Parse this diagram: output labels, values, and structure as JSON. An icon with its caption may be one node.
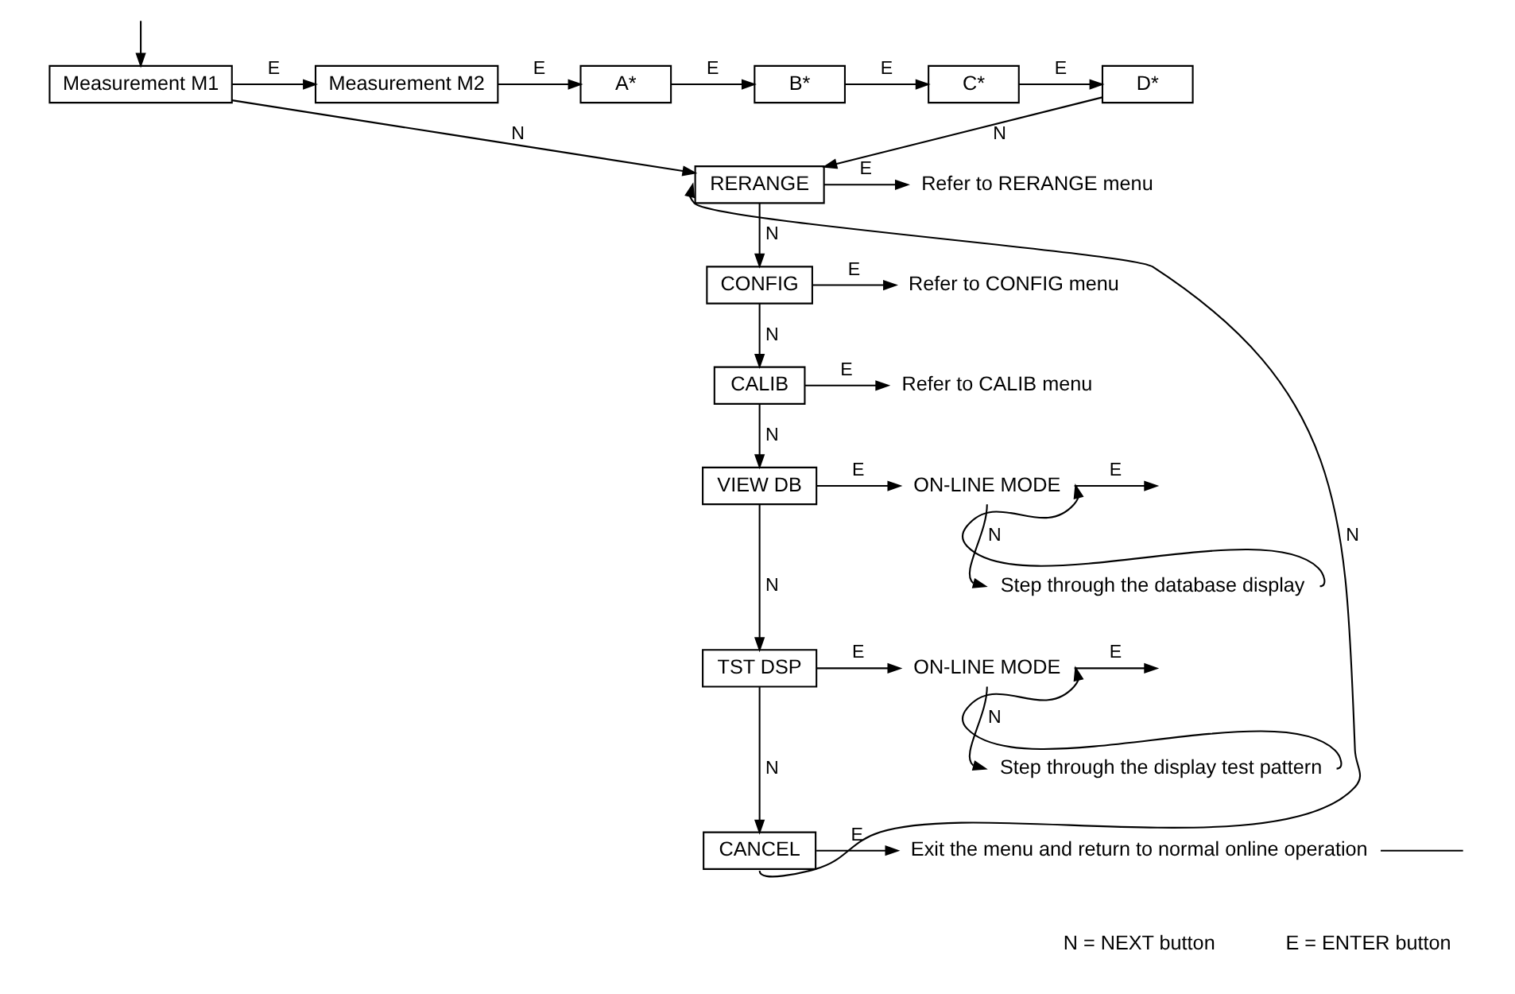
{
  "diagram": {
    "nodes": [
      {
        "text": [
          "Measurement M1"
        ]
      },
      {
        "text": [
          "Measurement M2"
        ]
      },
      {
        "text": [
          "A*"
        ]
      },
      {
        "text": [
          "B*"
        ]
      },
      {
        "text": [
          "C*"
        ]
      },
      {
        "text": [
          "D*"
        ]
      },
      {
        "text": [
          "RERANGE"
        ]
      },
      {
        "text": [
          "Refer to RERANGE menu"
        ]
      },
      {
        "text": [
          "CONFIG"
        ]
      },
      {
        "text": [
          "Refer to CONFIG menu"
        ]
      },
      {
        "text": [
          "CALIB"
        ]
      },
      {
        "text": [
          "Refer to CALIB menu"
        ]
      },
      {
        "text": [
          "VIEW DB"
        ]
      },
      {
        "text": [
          "ON-LINE MODE"
        ]
      },
      {
        "text": [
          "Step through the database display"
        ]
      },
      {
        "text": [
          "TST DSP"
        ]
      },
      {
        "text": [
          "ON-LINE MODE"
        ]
      },
      {
        "text": [
          "Step through the display test pattern"
        ]
      },
      {
        "text": [
          "CANCEL"
        ]
      },
      {
        "text": [
          "Exit the menu and return to normal online operation"
        ]
      }
    ],
    "edges": [
      {
        "from": null,
        "to": 0,
        "arrow": "to"
      },
      {
        "from": 0,
        "to": 1,
        "arrow": "to",
        "label": "E"
      },
      {
        "from": 1,
        "to": 2,
        "arrow": "to",
        "label": "E"
      },
      {
        "from": 2,
        "to": 3,
        "arrow": "to",
        "label": "E"
      },
      {
        "from": 3,
        "to": 4,
        "arrow": "to",
        "label": "E"
      },
      {
        "from": 4,
        "to": 5,
        "arrow": "to",
        "label": "E"
      },
      {
        "from": 0,
        "to": 6,
        "arrow": "to",
        "label": "N"
      },
      {
        "from": 5,
        "to": 6,
        "arrow": "to",
        "label": "N"
      },
      {
        "from": 6,
        "to": 7,
        "arrow": "to",
        "label": "E"
      },
      {
        "from": 6,
        "to": 8,
        "arrow": "to",
        "label": "N"
      },
      {
        "from": 8,
        "to": 9,
        "arrow": "to",
        "label": "E"
      },
      {
        "from": 8,
        "to": 10,
        "arrow": "to",
        "label": "N"
      },
      {
        "from": 10,
        "to": 11,
        "arrow": "to",
        "label": "E"
      },
      {
        "from": 10,
        "to": 12,
        "arrow": "to",
        "label": "N"
      },
      {
        "from": 12,
        "to": 13,
        "arrow": "to",
        "label": "E"
      },
      {
        "from": 12,
        "to": 15,
        "arrow": "to",
        "label": "N"
      },
      {
        "from": 13,
        "to": 14,
        "arrow": "to",
        "label": "N"
      },
      {
        "from": 14,
        "to": 13,
        "arrow": "to"
      },
      {
        "from": 13,
        "to": null,
        "arrow": "to",
        "label": "E"
      },
      {
        "from": 15,
        "to": 16,
        "arrow": "to",
        "label": "E"
      },
      {
        "from": 15,
        "to": 18,
        "arrow": "to",
        "label": "N"
      },
      {
        "from": 16,
        "to": 17,
        "arrow": "to",
        "label": "N"
      },
      {
        "from": 17,
        "to": 16,
        "arrow": "to"
      },
      {
        "from": 16,
        "to": null,
        "arrow": "to",
        "label": "E"
      },
      {
        "from": 18,
        "to": 19,
        "arrow": "to",
        "label": "E"
      },
      {
        "from": 18,
        "to": 6,
        "arrow": "to",
        "label": "N"
      },
      {
        "from": 19,
        "to": null,
        "arrow": "none"
      }
    ],
    "labels": [
      "N = NEXT button",
      "E = ENTER button"
    ]
  }
}
